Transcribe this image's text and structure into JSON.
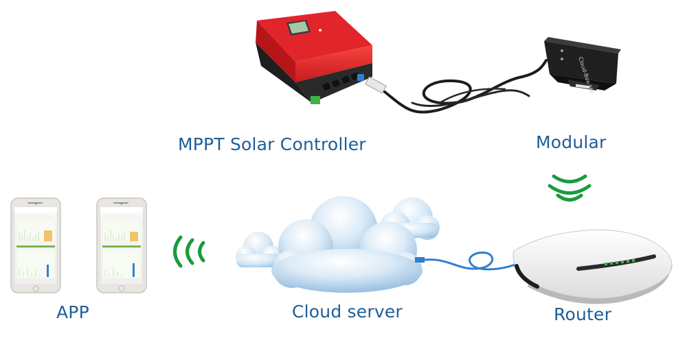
{
  "nodes": {
    "controller": {
      "label": "MPPT Solar Controller"
    },
    "modular": {
      "label": "Modular",
      "device_text": "Cloud-Box-M2"
    },
    "app": {
      "label": "APP"
    },
    "cloud": {
      "label": "Cloud server"
    },
    "router": {
      "label": "Router"
    }
  },
  "colors": {
    "label": "#1f5d96",
    "wifi": "#1a9a3c",
    "controller_red": "#e8262c",
    "controller_dark": "#2b2b2b",
    "cloud_light": "#e9f3fb",
    "cloud_dark": "#8fb9dd",
    "cable_blue": "#2f7fd0",
    "cable_black": "#1c1c1c"
  },
  "icons": {
    "wifi_down": "wifi-signal-down-icon",
    "wifi_right": "wifi-signal-right-icon"
  }
}
